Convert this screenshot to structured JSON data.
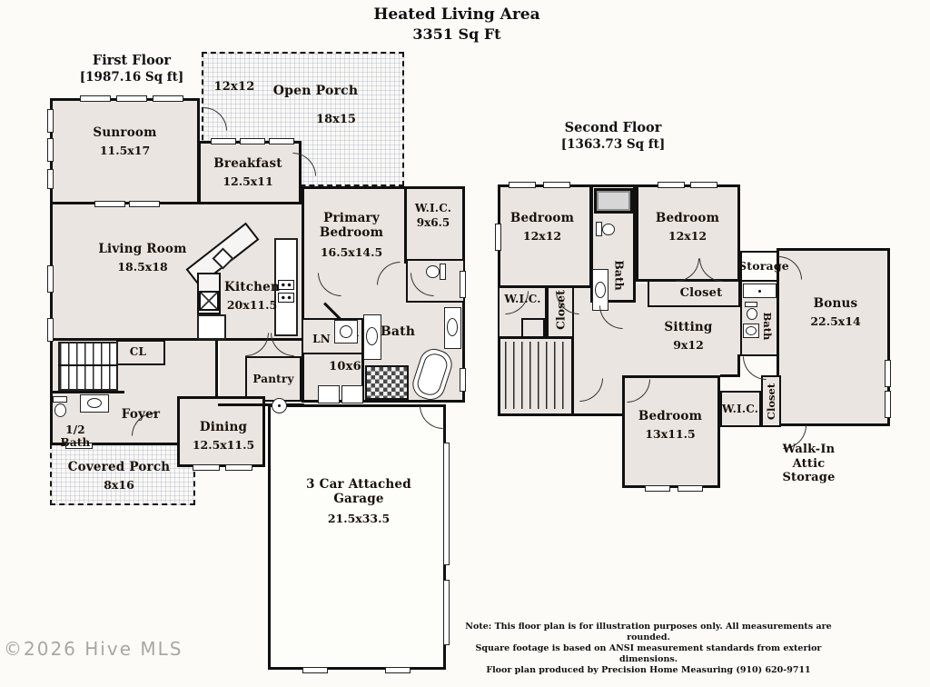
{
  "title": {
    "line1": "Heated Living Area",
    "line2": "3351 Sq Ft"
  },
  "floors": {
    "first": {
      "name": "First Floor",
      "sqft": "[1987.16 Sq ft]"
    },
    "second": {
      "name": "Second Floor",
      "sqft": "[1363.73 Sq ft]"
    }
  },
  "rooms": {
    "open_porch": {
      "name": "Open Porch",
      "dims": "18x15",
      "inner_dims": "12x12"
    },
    "sunroom": {
      "name": "Sunroom",
      "dims": "11.5x17"
    },
    "breakfast": {
      "name": "Breakfast",
      "dims": "12.5x11"
    },
    "living_room": {
      "name": "Living Room",
      "dims": "18.5x18"
    },
    "kitchen": {
      "name": "Kitchen",
      "dims": "20x11.5"
    },
    "primary_bedroom": {
      "name": "Primary Bedroom",
      "dims": "16.5x14.5"
    },
    "wic_primary": {
      "name": "W.I.C.",
      "dims": "9x6.5"
    },
    "bath_primary": {
      "name": "Bath"
    },
    "laundry": {
      "name": "LN"
    },
    "hall": {
      "name": "10x6"
    },
    "pantry": {
      "name": "Pantry"
    },
    "closet_cl": {
      "name": "CL"
    },
    "foyer": {
      "name": "Foyer"
    },
    "half_bath": {
      "name": "1/2 Bath"
    },
    "covered_porch": {
      "name": "Covered Porch",
      "dims": "8x16"
    },
    "dining": {
      "name": "Dining",
      "dims": "12.5x11.5"
    },
    "garage": {
      "name": "3 Car Attached Garage",
      "dims": "21.5x33.5"
    },
    "bedroom_left": {
      "name": "Bedroom",
      "dims": "12x12"
    },
    "bedroom_right": {
      "name": "Bedroom",
      "dims": "12x12"
    },
    "bath_shared": {
      "name": "Bath"
    },
    "wic_left": {
      "name": "W.I.C."
    },
    "closet_left": {
      "name": "Closet"
    },
    "closet_right": {
      "name": "Closet"
    },
    "storage": {
      "name": "Storage"
    },
    "sitting": {
      "name": "Sitting",
      "dims": "9x12"
    },
    "bath_bonus": {
      "name": "Bath"
    },
    "bonus": {
      "name": "Bonus",
      "dims": "22.5x14"
    },
    "bedroom_back": {
      "name": "Bedroom",
      "dims": "13x11.5"
    },
    "wic_back": {
      "name": "W.I.C."
    },
    "closet_back": {
      "name": "Closet"
    },
    "attic": {
      "name": "Walk-In Attic Storage"
    }
  },
  "note": {
    "line1": "Note: This floor plan is for illustration purposes only. All measurements are rounded.",
    "line2": "Square footage is based on ANSI measurement standards from exterior dimensions.",
    "line3": "Floor plan produced by Precision Home Measuring (910) 620-9711"
  },
  "watermark": "©2026 Hive MLS",
  "colors": {
    "room_fill": "#ebe5e1",
    "wall": "#101010",
    "porch_grid": "#919bbe",
    "background": "#fcfbf8"
  }
}
